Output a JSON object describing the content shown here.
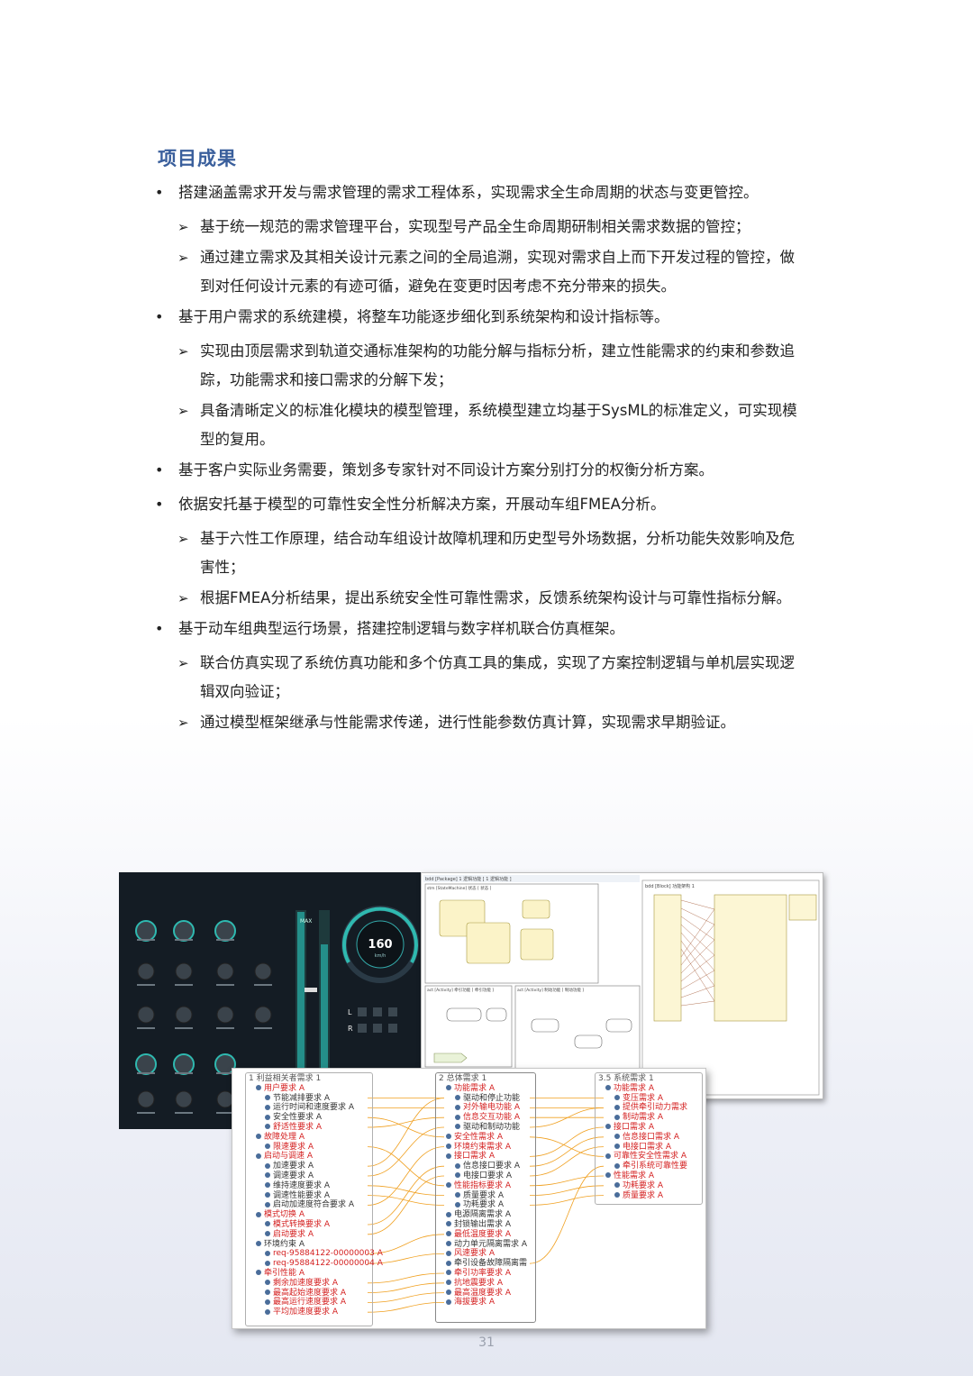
{
  "heading": "项目成果",
  "sections": [
    {
      "text": "搭建涵盖需求开发与需求管理的需求工程体系，实现需求全生命周期的状态与变更管控。",
      "subs": [
        "基于统一规范的需求管理平台，实现型号产品全生命周期研制相关需求数据的管控；",
        "通过建立需求及其相关设计元素之间的全局追溯，实现对需求自上而下开发过程的管控，做到对任何设计元素的有迹可循，避免在变更时因考虑不充分带来的损失。"
      ]
    },
    {
      "text": "基于用户需求的系统建模，将整车功能逐步细化到系统架构和设计指标等。",
      "subs": [
        "实现由顶层需求到轨道交通标准架构的功能分解与指标分析，建立性能需求的约束和参数追踪，功能需求和接口需求的分解下发；",
        "具备清晰定义的标准化模块的模型管理，系统模型建立均基于SysML的标准定义，可实现模型的复用。"
      ]
    },
    {
      "text": "基于客户实际业务需要，策划多专家针对不同设计方案分别打分的权衡分析方案。",
      "subs": []
    },
    {
      "text": "依据安托基于模型的可靠性安全性分析解决方案，开展动车组FMEA分析。",
      "subs": [
        "基于六性工作原理，结合动车组设计故障机理和历史型号外场数据，分析功能失效影响及危害性；",
        "根据FMEA分析结果，提出系统安全性可靠性需求，反馈系统架构设计与可靠性指标分解。"
      ]
    },
    {
      "text": "基于动车组典型运行场景，搭建控制逻辑与数字样机联合仿真框架。",
      "subs": [
        "联合仿真实现了系统仿真功能和多个仿真工具的集成，实现了方案控制逻辑与单机层实现逻辑双向验证；",
        "通过模型框架继承与性能需求传递，进行性能参数仿真计算，实现需求早期验证。"
      ]
    }
  ],
  "dashboard": {
    "gauge_value": "160",
    "gauge_unit": "km/h",
    "bar_label": "MAX",
    "lr": [
      "L",
      "R"
    ]
  },
  "sysml": {
    "pkg_title": "bdd [Package] 1 逻辑功能 [ 1 逻辑功能 ]",
    "stm_title": "stm [StateMachine] 状态 [ 状态 ]",
    "act1_title": "act [Activity] 牵引功能 [ 牵引功能 ]",
    "act2_title": "act [Activity] 制动功能 [ 制动功能 ]",
    "bdd_title": "bdd [Block] 功能架构 1"
  },
  "trace": {
    "col1_title": "1 利益相关者需求 1",
    "col2_title": "2 总体需求 1",
    "col3_title": "3.5 系统需求 1",
    "col1": [
      {
        "t": "用户要求 A",
        "c": "red",
        "l": 1
      },
      {
        "t": "节能减排要求 A",
        "c": "dk",
        "l": 2
      },
      {
        "t": "运行时间和速度要求 A",
        "c": "dk",
        "l": 2
      },
      {
        "t": "安全性要求 A",
        "c": "dk",
        "l": 2
      },
      {
        "t": "舒适性要求 A",
        "c": "red",
        "l": 2
      },
      {
        "t": "故障处理 A",
        "c": "red",
        "l": 1
      },
      {
        "t": "限速要求 A",
        "c": "red",
        "l": 2
      },
      {
        "t": "启动与调速 A",
        "c": "red",
        "l": 1
      },
      {
        "t": "加速要求 A",
        "c": "dk",
        "l": 2
      },
      {
        "t": "调速要求 A",
        "c": "dk",
        "l": 2
      },
      {
        "t": "维持速度要求 A",
        "c": "dk",
        "l": 2
      },
      {
        "t": "调速性能要求 A",
        "c": "dk",
        "l": 2
      },
      {
        "t": "启动加速度符合要求 A",
        "c": "dk",
        "l": 2
      },
      {
        "t": "模式切换 A",
        "c": "red",
        "l": 1
      },
      {
        "t": "模式转换要求 A",
        "c": "red",
        "l": 2
      },
      {
        "t": "启动要求 A",
        "c": "red",
        "l": 2
      },
      {
        "t": "环境约束 A",
        "c": "dk",
        "l": 1
      },
      {
        "t": "req-95884122-00000003 A",
        "c": "red",
        "l": 2
      },
      {
        "t": "req-95884122-00000004 A",
        "c": "red",
        "l": 2
      },
      {
        "t": "牵引性能 A",
        "c": "red",
        "l": 1
      },
      {
        "t": "剩余加速度要求 A",
        "c": "red",
        "l": 2
      },
      {
        "t": "最高起始速度要求 A",
        "c": "red",
        "l": 2
      },
      {
        "t": "最高运行速度要求 A",
        "c": "red",
        "l": 2
      },
      {
        "t": "平均加速度要求 A",
        "c": "red",
        "l": 2
      }
    ],
    "col2": [
      {
        "t": "功能需求 A",
        "c": "red",
        "l": 1
      },
      {
        "t": "驱动和停止功能",
        "c": "dk",
        "l": 2
      },
      {
        "t": "对外输电功能 A",
        "c": "red",
        "l": 2
      },
      {
        "t": "信息交互功能 A",
        "c": "red",
        "l": 2
      },
      {
        "t": "驱动和制动功能",
        "c": "dk",
        "l": 2
      },
      {
        "t": "安全性需求 A",
        "c": "red",
        "l": 1
      },
      {
        "t": "环境约束需求 A",
        "c": "red",
        "l": 1
      },
      {
        "t": "接口需求 A",
        "c": "red",
        "l": 1
      },
      {
        "t": "信息接口要求 A",
        "c": "dk",
        "l": 2
      },
      {
        "t": "电接口要求 A",
        "c": "dk",
        "l": 2
      },
      {
        "t": "性能指标要求 A",
        "c": "red",
        "l": 1
      },
      {
        "t": "质量要求 A",
        "c": "dk",
        "l": 2
      },
      {
        "t": "功耗要求 A",
        "c": "dk",
        "l": 2
      },
      {
        "t": "电源隔离需求 A",
        "c": "dk",
        "l": 1
      },
      {
        "t": "封锁输出需求 A",
        "c": "dk",
        "l": 1
      },
      {
        "t": "最低温度要求 A",
        "c": "red",
        "l": 1
      },
      {
        "t": "动力单元隔离需求 A",
        "c": "dk",
        "l": 1
      },
      {
        "t": "风速要求 A",
        "c": "red",
        "l": 1
      },
      {
        "t": "牵引设备故障隔离需",
        "c": "dk",
        "l": 1
      },
      {
        "t": "牵引功率要求 A",
        "c": "red",
        "l": 1
      },
      {
        "t": "抗地震要求 A",
        "c": "red",
        "l": 1
      },
      {
        "t": "最高温度要求 A",
        "c": "red",
        "l": 1
      },
      {
        "t": "海拔要求 A",
        "c": "red",
        "l": 1
      }
    ],
    "col3": [
      {
        "t": "功能需求 A",
        "c": "red",
        "l": 1
      },
      {
        "t": "变压需求 A",
        "c": "red",
        "l": 2
      },
      {
        "t": "提供牵引动力需求",
        "c": "red",
        "l": 2
      },
      {
        "t": "制动需求 A",
        "c": "red",
        "l": 2
      },
      {
        "t": "接口需求 A",
        "c": "red",
        "l": 1
      },
      {
        "t": "信息接口需求 A",
        "c": "red",
        "l": 2
      },
      {
        "t": "电接口需求 A",
        "c": "red",
        "l": 2
      },
      {
        "t": "可靠性安全性需求 A",
        "c": "red",
        "l": 1
      },
      {
        "t": "牵引系统可靠性要",
        "c": "red",
        "l": 2
      },
      {
        "t": "性能需求 A",
        "c": "red",
        "l": 1
      },
      {
        "t": "功耗要求 A",
        "c": "red",
        "l": 2
      },
      {
        "t": "质量要求 A",
        "c": "red",
        "l": 2
      }
    ]
  },
  "page_number": "31",
  "colors": {
    "heading": "#3a5f9c",
    "dashboard_bg": "#141c24",
    "dashboard_accent": "#2fb9b0",
    "trace_line": "#f0a020",
    "req_red": "#d42020"
  }
}
